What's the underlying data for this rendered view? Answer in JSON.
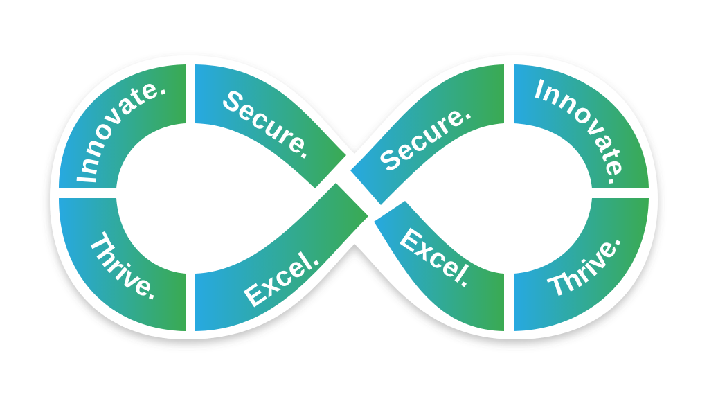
{
  "colors": {
    "gradient_start": "#27a9e1",
    "gradient_end": "#3aaa52",
    "outline": "#ffffff",
    "shadow": "#555555",
    "background": "#ffffff"
  },
  "segments": [
    {
      "label": "Innovate.",
      "loop": "left"
    },
    {
      "label": "Secure.",
      "loop": "left"
    },
    {
      "label": "Thrive.",
      "loop": "left"
    },
    {
      "label": "Excel.",
      "loop": "left"
    },
    {
      "label": "Secure.",
      "loop": "right"
    },
    {
      "label": "Innovate.",
      "loop": "right"
    },
    {
      "label": "Excel.",
      "loop": "right"
    },
    {
      "label": "Thrive.",
      "loop": "right"
    }
  ]
}
